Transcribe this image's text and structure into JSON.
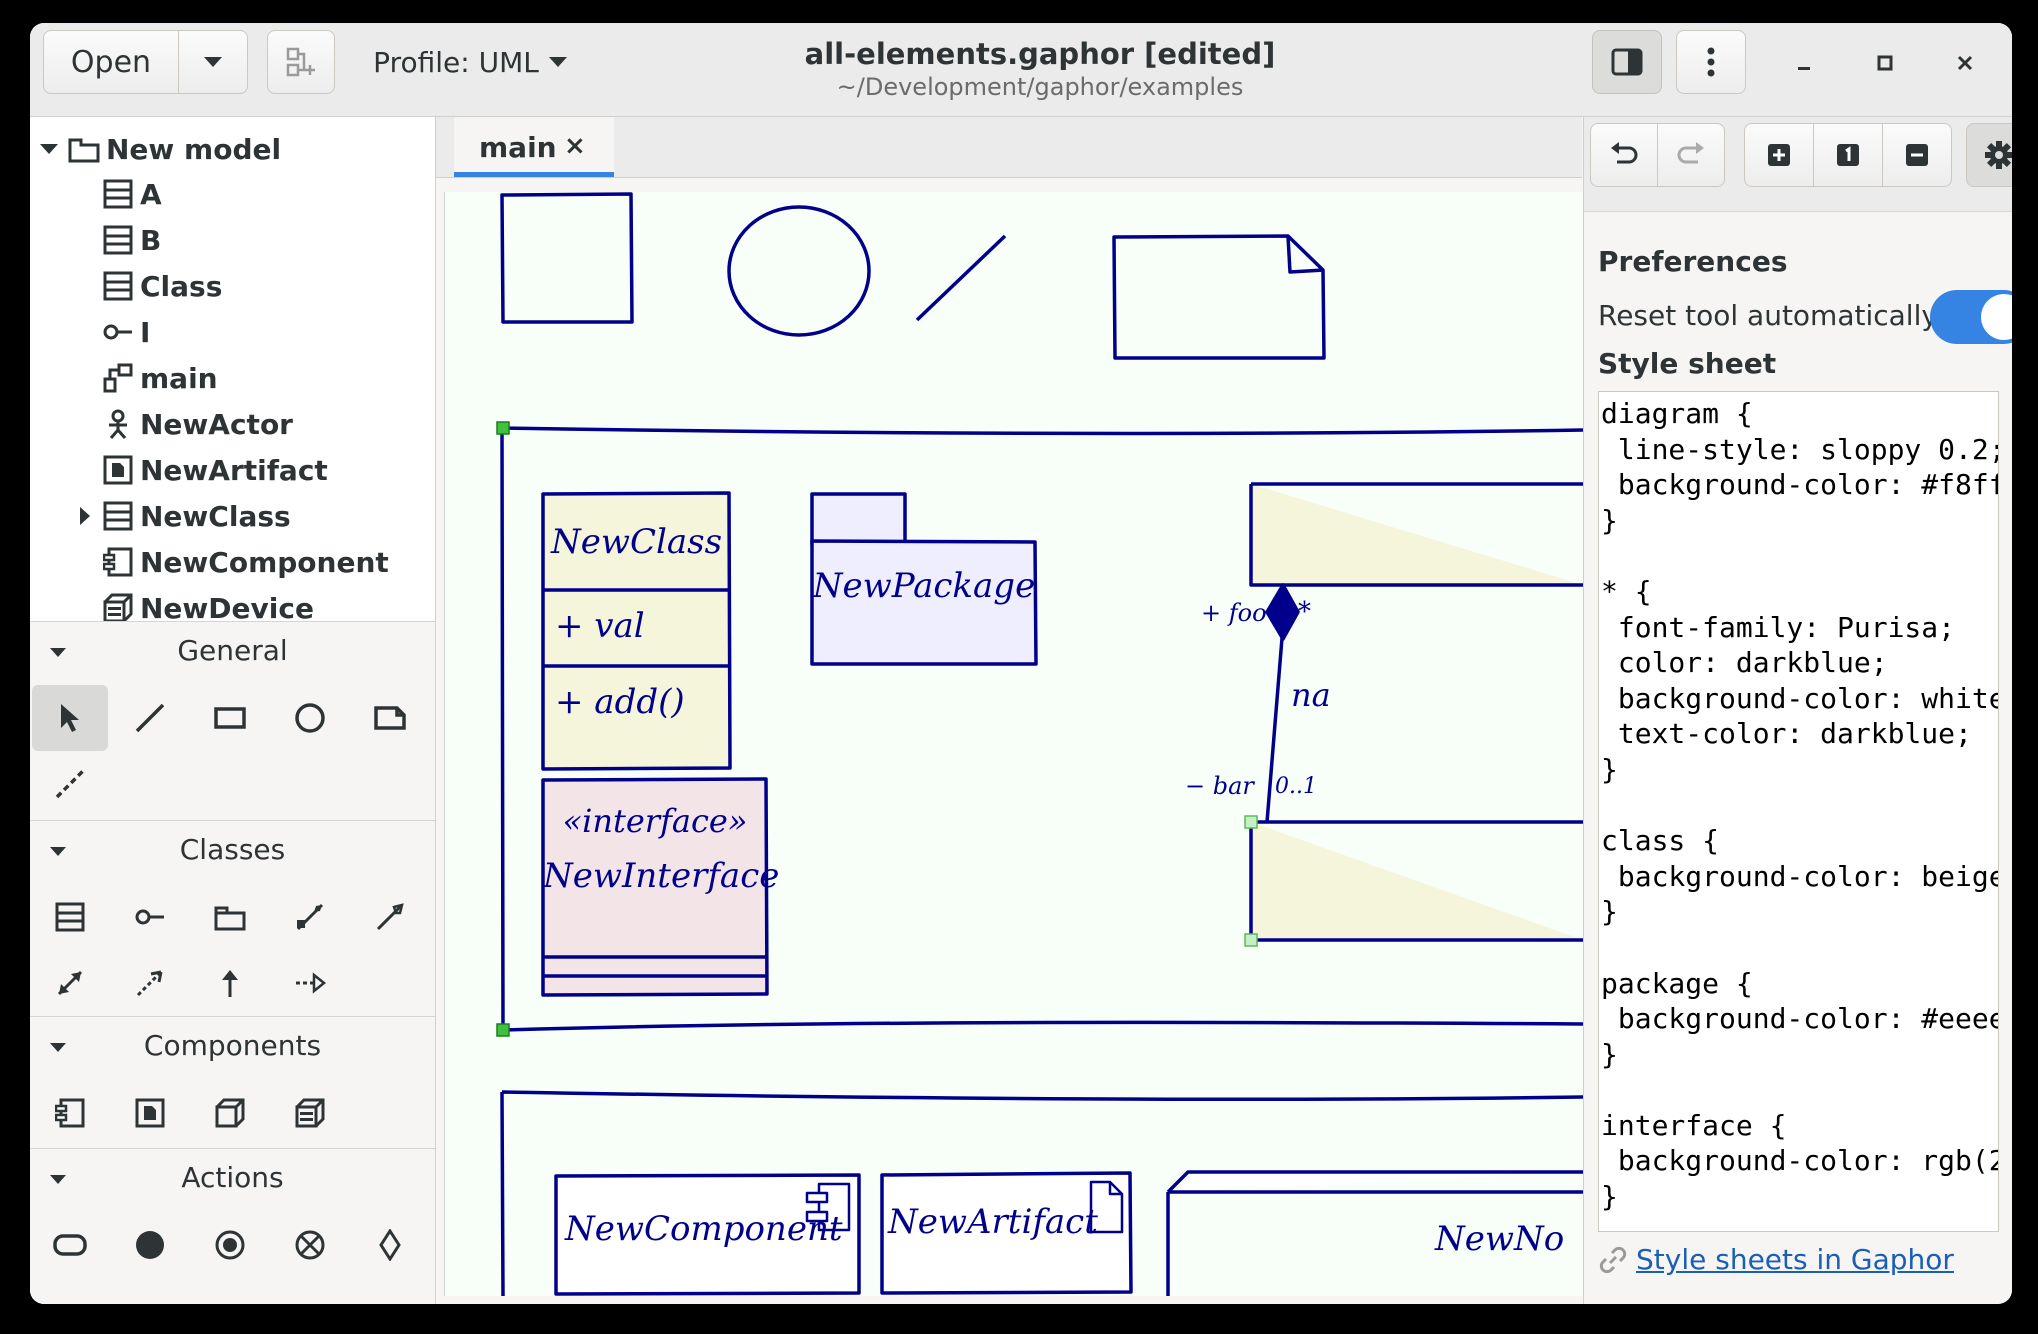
{
  "header": {
    "open_label": "Open",
    "profile_label": "Profile: UML",
    "title": "all-elements.gaphor [edited]",
    "subtitle": "~/Development/gaphor/examples"
  },
  "tree": {
    "root": "New model",
    "items": [
      {
        "label": "A",
        "icon": "class-icon"
      },
      {
        "label": "B",
        "icon": "class-icon"
      },
      {
        "label": "Class",
        "icon": "class-icon"
      },
      {
        "label": "I",
        "icon": "interface-icon"
      },
      {
        "label": "main",
        "icon": "diagram-icon"
      },
      {
        "label": "NewActor",
        "icon": "actor-icon"
      },
      {
        "label": "NewArtifact",
        "icon": "artifact-icon"
      },
      {
        "label": "NewClass",
        "icon": "class-icon"
      },
      {
        "label": "NewComponent",
        "icon": "component-icon"
      },
      {
        "label": "NewDevice",
        "icon": "device-icon"
      }
    ]
  },
  "toolbox": {
    "sections": [
      {
        "label": "General"
      },
      {
        "label": "Classes"
      },
      {
        "label": "Components"
      },
      {
        "label": "Actions"
      }
    ]
  },
  "tabs": [
    {
      "label": "main",
      "close": "×"
    }
  ],
  "diagram": {
    "class_name": "NewClass",
    "class_attr": "+ val",
    "class_op": "+ add()",
    "package_name": "NewPackage",
    "interface_stereo": "«interface»",
    "interface_name": "NewInterface",
    "assoc_foo": "+ foo",
    "assoc_mult_star": "*",
    "assoc_name": "na",
    "assoc_bar": "− bar",
    "assoc_mult_bar": "0..1",
    "component_name": "NewComponent",
    "artifact_name": "NewArtifact",
    "node_name": "NewNo",
    "colors": {
      "stroke": "#00008b",
      "canvas": "#f8fff8",
      "class_bg": "#f5f5dc",
      "package_bg": "#eeeeff",
      "interface_bg": "#f3e4e8"
    }
  },
  "preferences": {
    "heading": "Preferences",
    "reset_label": "Reset tool automatically",
    "reset_on": true,
    "stylesheet_heading": "Style sheet",
    "stylesheet_lines": [
      "diagram {",
      " line-style: sloppy 0.2;",
      " background-color: #f8ff",
      "}",
      "",
      "* {",
      " font-family: Purisa;",
      " color: darkblue;",
      " background-color: white",
      " text-color: darkblue;",
      "}",
      "",
      "class {",
      " background-color: beige",
      "}",
      "",
      "package {",
      " background-color: #eeee",
      "}",
      "",
      "interface {",
      " background-color: rgb(2",
      "}"
    ],
    "link_label": "Style sheets in Gaphor",
    "accent": "#3584e4"
  }
}
